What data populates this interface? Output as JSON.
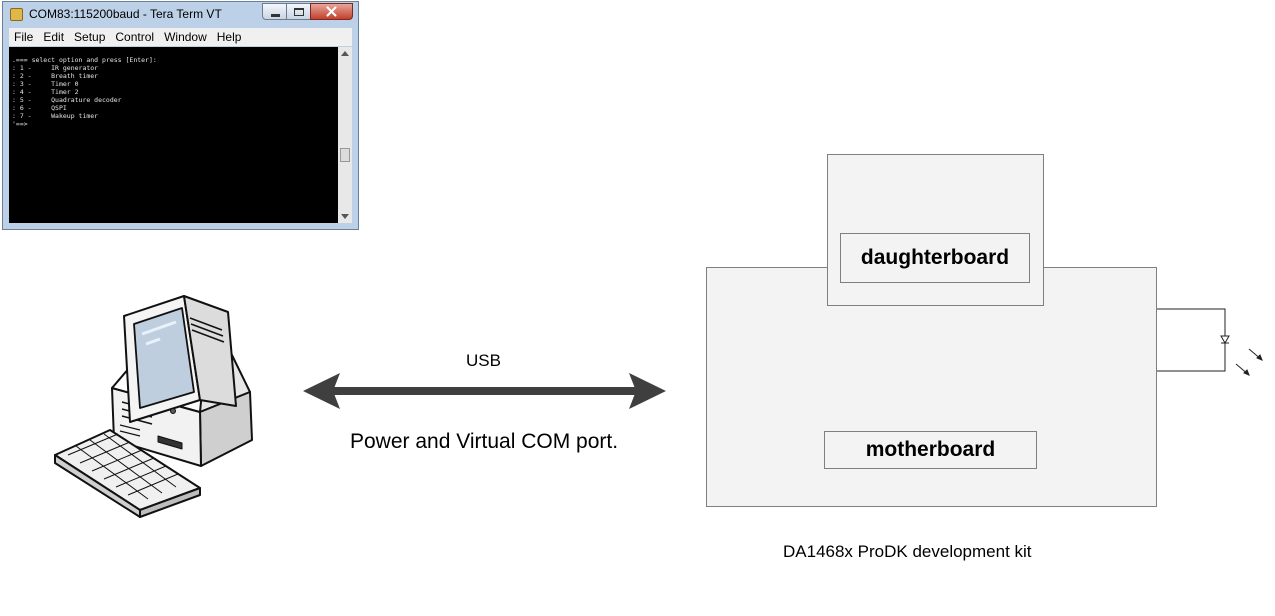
{
  "terminal_window": {
    "title": "COM83:115200baud - Tera Term VT",
    "menu": [
      "File",
      "Edit",
      "Setup",
      "Control",
      "Window",
      "Help"
    ],
    "lines": [
      ".=== select option and press [Enter]:",
      ": 1 -     IR generator",
      ": 2 -     Breath timer",
      ": 3 -     Timer 0",
      ": 4 -     Timer 2",
      ": 5 -     Quadrature decoder",
      ": 6 -     QSPI",
      ": 7 -     Wakeup timer",
      "'==>"
    ]
  },
  "connection": {
    "label": "USB",
    "description": "Power and Virtual COM port."
  },
  "kit": {
    "daughterboard": "daughterboard",
    "motherboard": "motherboard",
    "caption": "DA1468x ProDK development kit"
  },
  "colors": {
    "arrow": "#3f3f3f",
    "board_fill": "#f3f3f3",
    "board_border": "#7f7f7f",
    "terminal_bg": "#000000",
    "window_frame": "#bcd1e8"
  }
}
